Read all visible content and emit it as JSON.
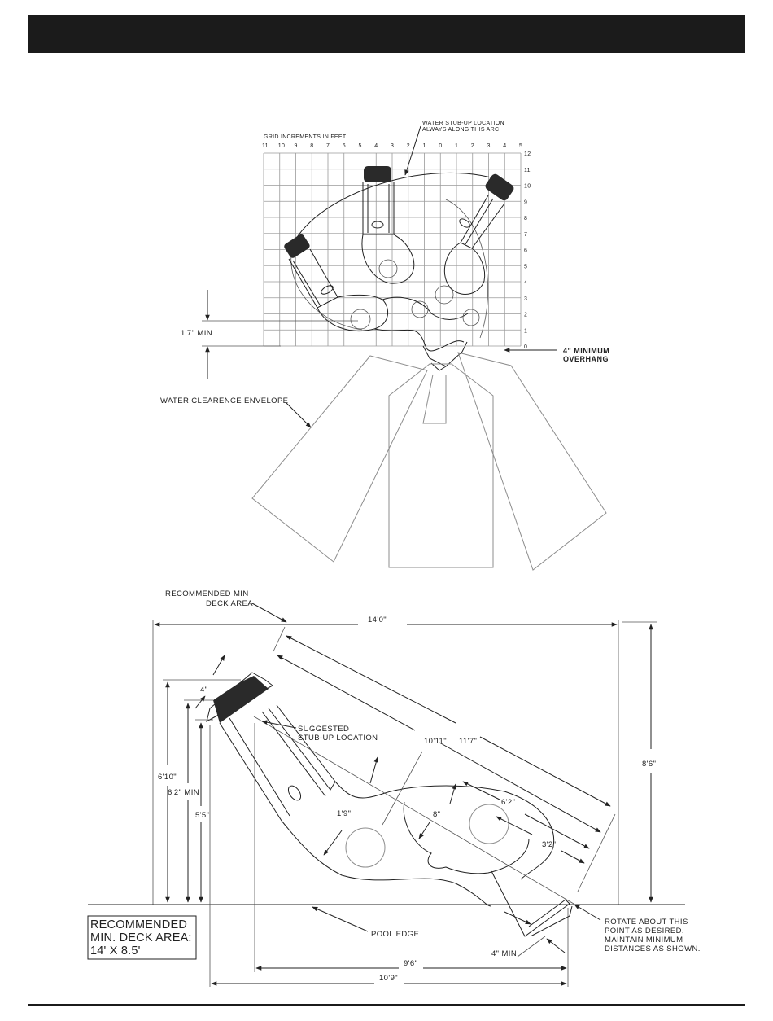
{
  "grid_title": "GRID INCREMENTS IN FEET",
  "grid_top_labels": [
    "11",
    "10",
    "9",
    "8",
    "7",
    "6",
    "5",
    "4",
    "3",
    "2",
    "1",
    "0",
    "1",
    "2",
    "3",
    "4",
    "5"
  ],
  "grid_right_labels": [
    "12",
    "11",
    "10",
    "9",
    "8",
    "7",
    "6",
    "5",
    "4",
    "3",
    "2",
    "1",
    "0"
  ],
  "water_stub_note": [
    "WATER STUB-UP LOCATION",
    "ALWAYS ALONG THIS ARC"
  ],
  "min_clearance": "1'7\" MIN",
  "overhang_note": [
    "4\" MINIMUM",
    "OVERHANG"
  ],
  "water_envelope_label": "WATER CLEARENCE ENVELOPE",
  "deck_area_label": [
    "RECOMMENDED MIN",
    "DECK AREA"
  ],
  "dims": {
    "width_total": "14'0\"",
    "height_total": "8'6\"",
    "diag_long": "11'7\"",
    "diag_mid": "10'11\"",
    "h_6_10": "6'10\"",
    "h_6_2_min": "6'2\" MIN",
    "h_5_5": "5'5\"",
    "four_in": "4\"",
    "one_nine": "1'9\"",
    "eight_in": "8\"",
    "six_two": "6'2\"",
    "three_two": "3'2\"",
    "four_min": "4\" MIN",
    "bottom_9_6": "9'6\"",
    "bottom_10_9": "10'9\""
  },
  "stub_up_label": [
    "SUGGESTED",
    "STUB-UP LOCATION"
  ],
  "pool_edge_label": "POOL EDGE",
  "rotate_note": [
    "ROTATE ABOUT THIS",
    "POINT AS DESIRED.",
    "MAINTAIN MINIMUM",
    "DISTANCES AS SHOWN."
  ],
  "deck_box": [
    "RECOMMENDED",
    "MIN. DECK AREA:",
    "14' X 8.5'"
  ]
}
